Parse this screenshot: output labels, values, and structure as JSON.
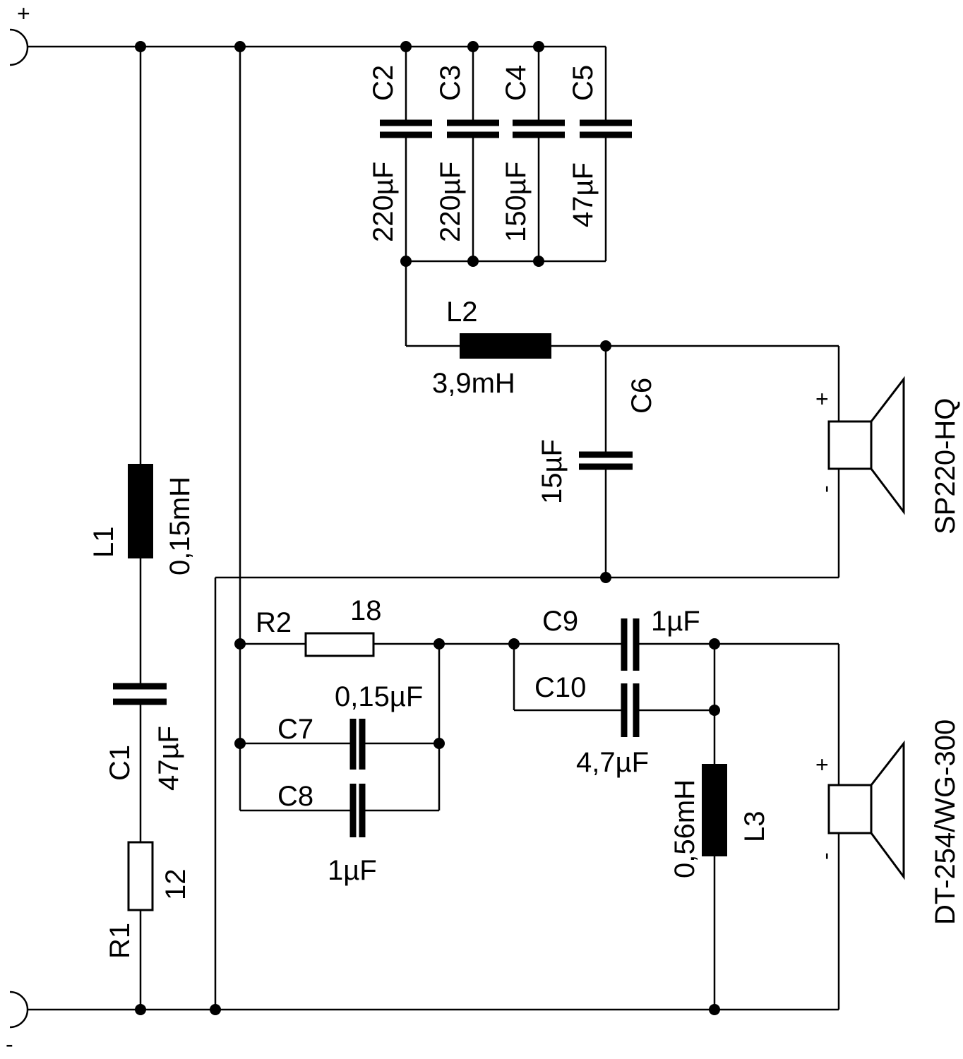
{
  "terminals": {
    "plus": "+",
    "minus": "-"
  },
  "components": {
    "C1": {
      "label": "C1",
      "value": "47µF"
    },
    "R1": {
      "label": "R1",
      "value": "12"
    },
    "L1": {
      "label": "L1",
      "value": "0,15mH"
    },
    "C2": {
      "label": "C2",
      "value": "220µF"
    },
    "C3": {
      "label": "C3",
      "value": "220µF"
    },
    "C4": {
      "label": "C4",
      "value": "150µF"
    },
    "C5": {
      "label": "C5",
      "value": "47µF"
    },
    "L2": {
      "label": "L2",
      "value": "3,9mH"
    },
    "C6": {
      "label": "C6",
      "value": "15µF"
    },
    "R2": {
      "label": "R2",
      "value": "18"
    },
    "C7": {
      "label": "C7",
      "value": "0,15µF"
    },
    "C8": {
      "label": "C8",
      "value": "1µF"
    },
    "C9": {
      "label": "C9",
      "value": "1µF"
    },
    "C10": {
      "label": "C10",
      "value": "4,7µF"
    },
    "L3": {
      "label": "L3",
      "value": "0,56mH"
    }
  },
  "speakers": {
    "woofer": {
      "name": "SP220-HQ",
      "plus": "+",
      "minus": "-"
    },
    "tweeter": {
      "name": "DT-254/WG-300",
      "plus": "+",
      "minus": "-"
    }
  }
}
